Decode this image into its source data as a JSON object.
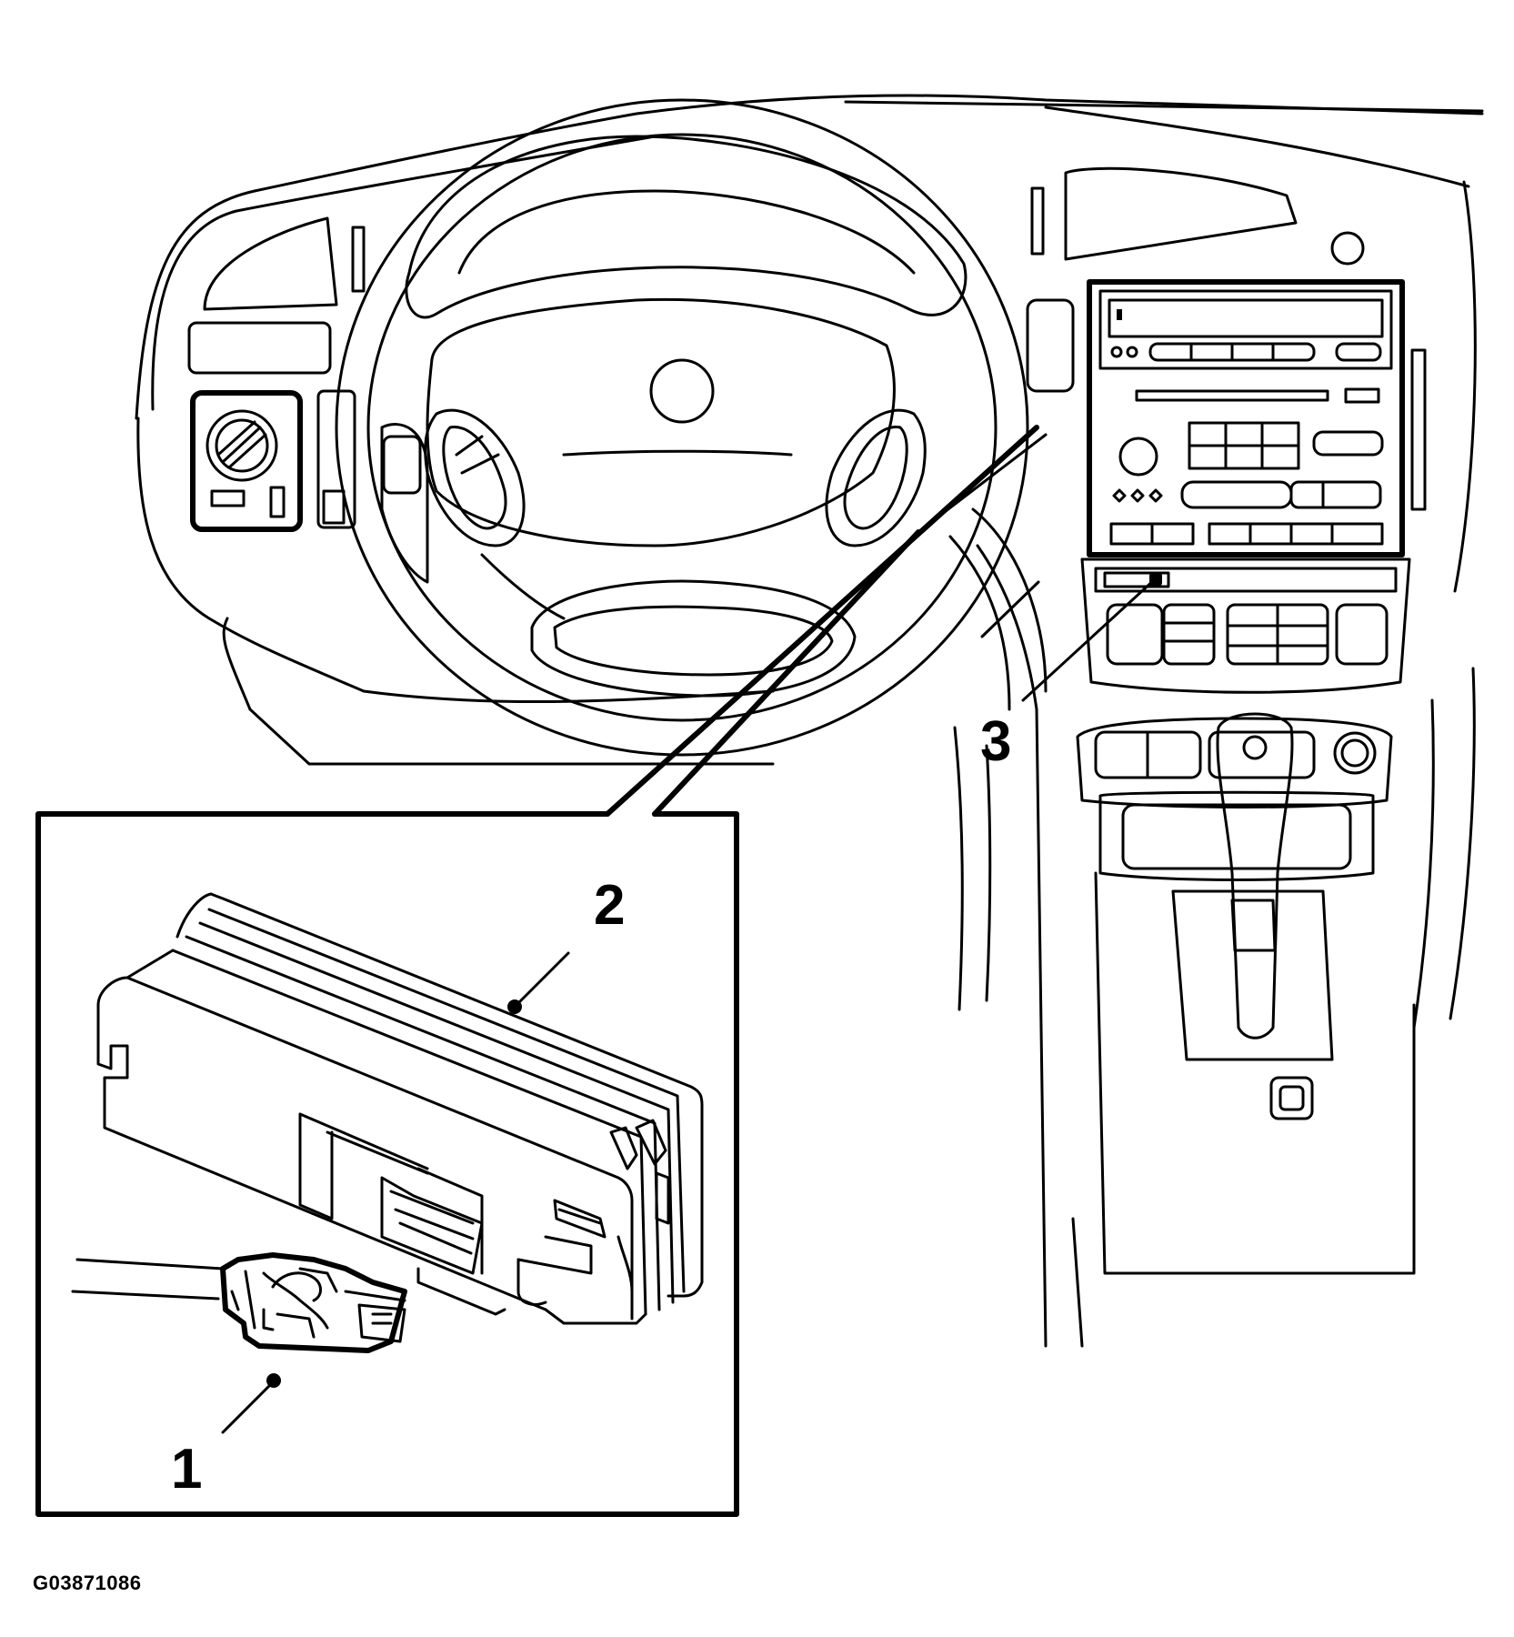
{
  "callouts": {
    "c1": "1",
    "c2": "2",
    "c3": "3"
  },
  "figure_id": "G03871086"
}
